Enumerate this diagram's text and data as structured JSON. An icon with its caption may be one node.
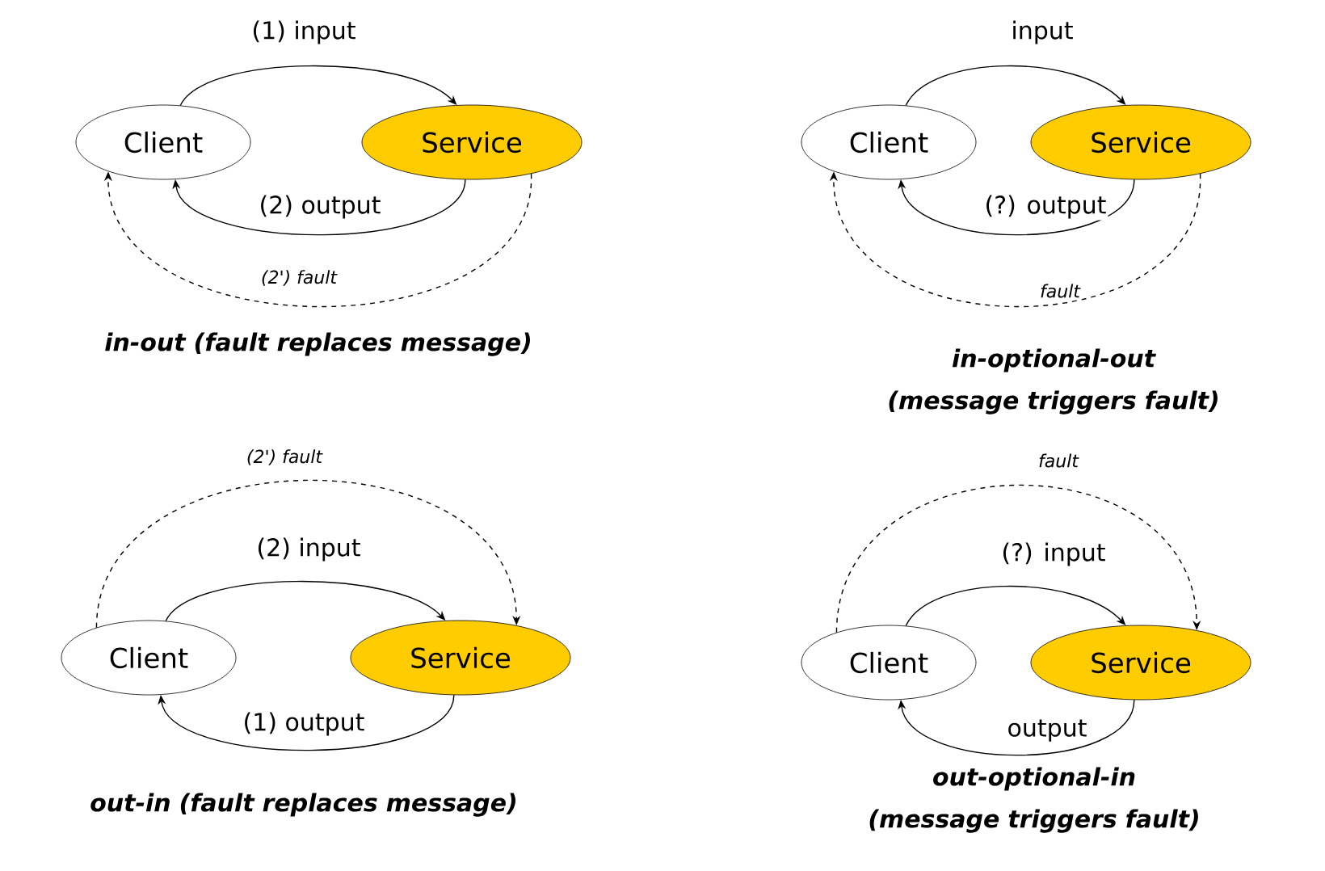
{
  "diagram": {
    "nodes": [
      {
        "text": [
          "Client"
        ]
      },
      {
        "text": [
          "Service"
        ]
      },
      {
        "text": [
          "Client"
        ]
      },
      {
        "text": [
          "Service"
        ]
      },
      {
        "text": [
          "Client"
        ]
      },
      {
        "text": [
          "Service"
        ]
      },
      {
        "text": [
          "Client"
        ]
      },
      {
        "text": [
          "Service"
        ]
      }
    ],
    "edges": [
      {
        "from": 0,
        "to": 1,
        "arrow": "to",
        "label": "(1) input"
      },
      {
        "from": 1,
        "to": 0,
        "arrow": "to",
        "label": "(2) output"
      },
      {
        "from": 1,
        "to": 0,
        "arrow": "to",
        "label": "(2') fault",
        "style": "dashed"
      },
      {
        "from": 2,
        "to": 3,
        "arrow": "to",
        "label": "input"
      },
      {
        "from": 3,
        "to": 2,
        "arrow": "to",
        "label": "(?) output"
      },
      {
        "from": 3,
        "to": 2,
        "arrow": "to",
        "label": "fault",
        "style": "dashed"
      },
      {
        "from": 4,
        "to": 5,
        "arrow": "to",
        "label": "(2) input"
      },
      {
        "from": 5,
        "to": 4,
        "arrow": "to",
        "label": "(1) output"
      },
      {
        "from": 4,
        "to": 5,
        "arrow": "to",
        "label": "(2') fault",
        "style": "dashed"
      },
      {
        "from": 6,
        "to": 7,
        "arrow": "to",
        "label": "(?) input"
      },
      {
        "from": 7,
        "to": 6,
        "arrow": "to",
        "label": "output"
      },
      {
        "from": 6,
        "to": 7,
        "arrow": "to",
        "label": "fault",
        "style": "dashed"
      }
    ],
    "labels": [
      "in-out (fault replaces message)",
      "in-optional-out (message triggers fault)",
      "out-in (fault replaces message)",
      "out-optional-in (message triggers fault)"
    ]
  }
}
